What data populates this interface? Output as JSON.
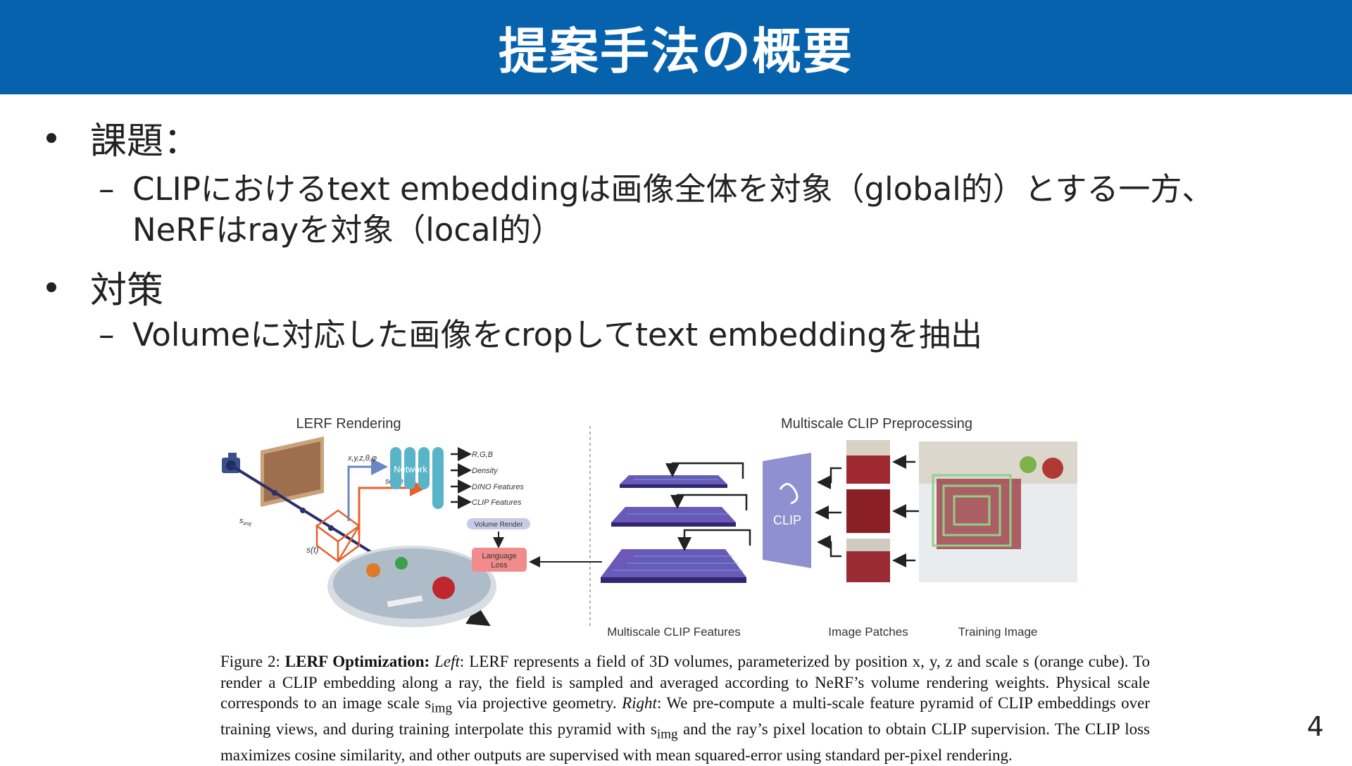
{
  "slide": {
    "title": "提案手法の概要",
    "page_number": "4"
  },
  "bullets": [
    {
      "label": "課題：",
      "subs": [
        {
          "line1": "CLIPにおけるtext embeddingは画像全体を対象（global的）とする一方、",
          "line2": "NeRFはrayを対象（local的）"
        }
      ]
    },
    {
      "label": "対策",
      "subs": [
        {
          "line1": "Volumeに対応した画像をcropしてtext embeddingを抽出"
        }
      ]
    }
  ],
  "figure": {
    "left_title": "LERF Rendering",
    "right_title": "Multiscale CLIP Preprocessing",
    "input_label": "x,y,z,θ,φ",
    "scale_label": "scale",
    "s_img_label": "s",
    "s_img_sub": "img",
    "st_label": "s(t)",
    "network_label": "Network",
    "outputs": [
      "R,G,B",
      "Density",
      "DINO Features",
      "CLIP Features"
    ],
    "volume_render_label": "Volume Render",
    "language_loss_label": [
      "Language",
      "Loss"
    ],
    "clip_label": "CLIP",
    "multiscale_features_label": "Multiscale CLIP Features",
    "image_patches_label": "Image Patches",
    "training_image_label": "Training Image",
    "colors": {
      "network": "#5ab4c9",
      "clip": "#8e90cf",
      "loss": "#f28b8b",
      "cube": "#e8602c",
      "title_bar": "#0762ad"
    }
  },
  "caption": {
    "prefix": "Figure 2: ",
    "bold": "LERF Optimization:",
    "left_it": "Left",
    "part1": ": LERF represents a field of 3D volumes, parameterized by position x, y, z and scale s (orange cube). To render a CLIP embedding along a ray, the field is sampled and averaged according to NeRF’s volume rendering weights. Physical scale corresponds to an image scale s",
    "sub1": "img",
    "part2": " via projective geometry. ",
    "right_it": "Right",
    "part3": ": We pre-compute a multi-scale feature pyramid of CLIP embeddings over training views, and during training interpolate this pyramid with s",
    "sub2": "img",
    "part4": " and the ray’s pixel location to obtain CLIP supervision. The CLIP loss maximizes cosine similarity, and other outputs are supervised with mean squared-error using standard per-pixel rendering."
  }
}
